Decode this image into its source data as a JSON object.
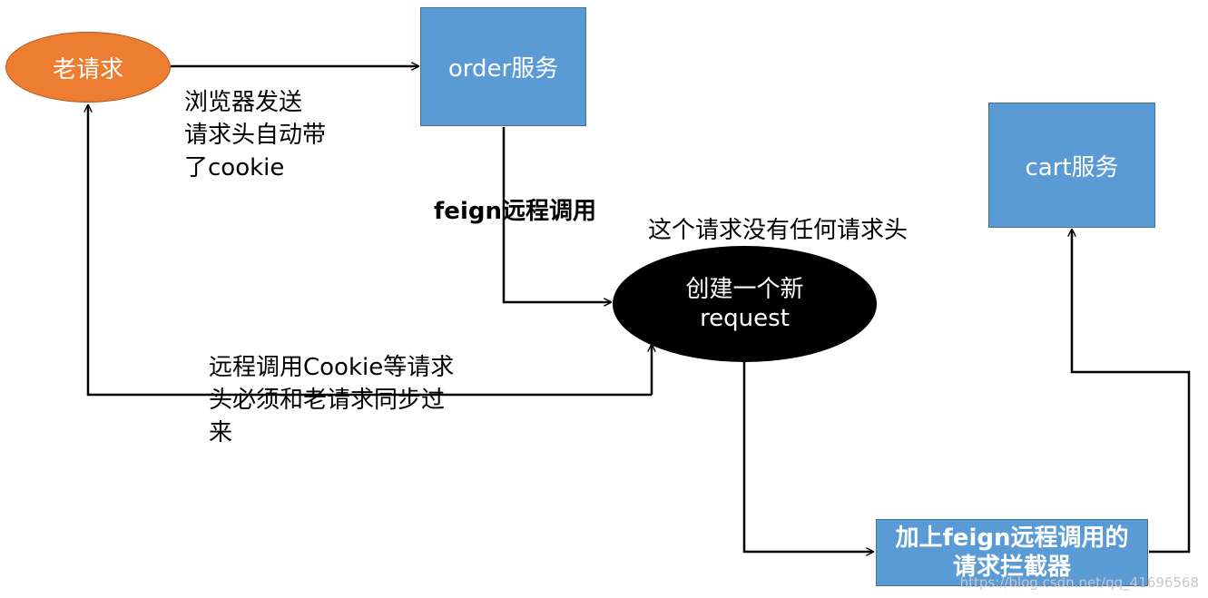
{
  "nodes": {
    "old_request": "老请求",
    "order_service": "order服务",
    "cart_service": "cart服务",
    "new_request_line1": "创建一个新",
    "new_request_line2": "request",
    "interceptor_line1": "加上feign远程调用的",
    "interceptor_line2": "请求拦截器"
  },
  "labels": {
    "browser_note": "浏览器发送\n请求头自动带\n了cookie",
    "feign_call": "feign远程调用",
    "no_header_note": "这个请求没有任何请求头",
    "sync_note": "远程调用Cookie等请求\n头必须和老请求同步过\n来"
  },
  "watermark": "https://blog.csdn.net/qq_41696568",
  "colors": {
    "orange": "#ed7d31",
    "blue": "#5b9bd5",
    "black": "#000000"
  }
}
